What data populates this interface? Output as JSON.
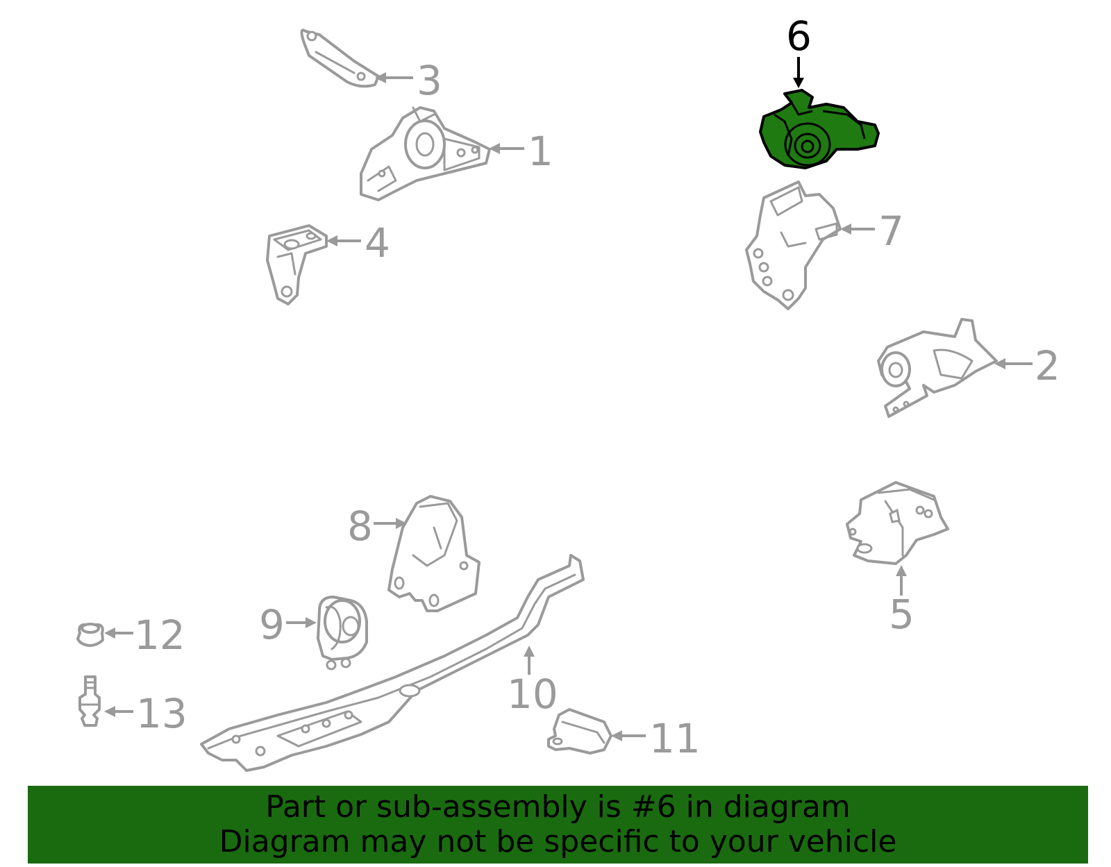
{
  "diagram": {
    "highlight_color": "#1f7a12",
    "part_color": "#9a9a9a",
    "highlighted_part": "6",
    "callouts": [
      "1",
      "2",
      "3",
      "4",
      "5",
      "6",
      "7",
      "8",
      "9",
      "10",
      "11",
      "12",
      "13"
    ]
  },
  "banner": {
    "background": "#1a6b10",
    "line1": "Part or sub-assembly is #6 in diagram",
    "line2": "Diagram may not be specific to your vehicle"
  }
}
